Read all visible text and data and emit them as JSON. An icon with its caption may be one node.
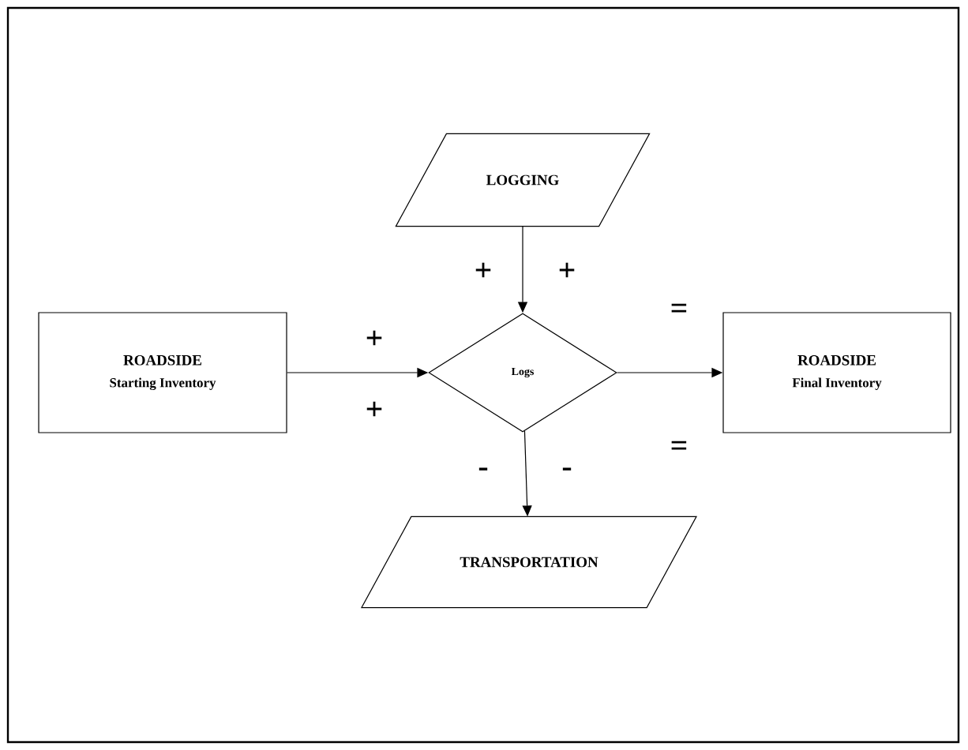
{
  "diagram": {
    "nodes": [
      {
        "text": [
          "LOGGING"
        ]
      },
      {
        "text": [
          "ROADSIDE",
          "Starting Inventory"
        ]
      },
      {
        "text": [
          "Logs"
        ]
      },
      {
        "text": [
          "ROADSIDE",
          "Final Inventory"
        ]
      },
      {
        "text": [
          "TRANSPORTATION"
        ]
      }
    ],
    "edges": [
      {
        "from": 0,
        "to": 2,
        "arrow": "to"
      },
      {
        "from": 1,
        "to": 2,
        "arrow": "to"
      },
      {
        "from": 2,
        "to": 3,
        "arrow": "to"
      },
      {
        "from": 2,
        "to": 4,
        "arrow": "to"
      }
    ],
    "labels": [
      "+",
      "+",
      "=",
      "+",
      "+",
      "=",
      "-",
      "-"
    ]
  }
}
